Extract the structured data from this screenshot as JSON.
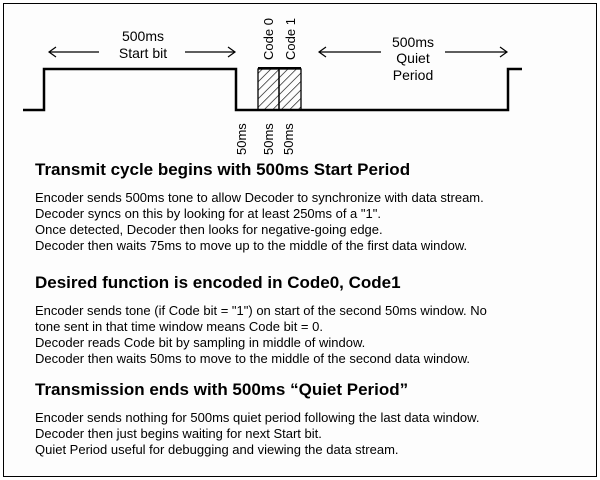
{
  "diagram": {
    "start_label": [
      "500ms",
      "Start bit"
    ],
    "quiet_label": [
      "500ms",
      "Quiet",
      "Period"
    ],
    "code_labels": [
      "Code 0",
      "Code 1"
    ],
    "timing_labels": [
      "50ms",
      "50ms",
      "50ms"
    ]
  },
  "sections": [
    {
      "heading": "Transmit cycle begins with 500ms Start Period",
      "lines": [
        "Encoder sends 500ms tone to allow Decoder to synchronize with data stream.",
        "Decoder syncs on this by looking for at least 250ms of a \"1\".",
        "Once detected, Decoder then looks for negative-going edge.",
        "Decoder then waits 75ms to move up to the middle of the first data window."
      ]
    },
    {
      "heading": "Desired function is encoded in Code0, Code1",
      "lines": [
        "Encoder sends tone (if Code bit = \"1\") on start of the second 50ms window.  No",
        "tone sent in that time window means Code bit = 0.",
        "Decoder reads Code bit by sampling in middle of window.",
        "Decoder then waits 50ms to move to the middle of the second data window."
      ]
    },
    {
      "heading": "Transmission ends with 500ms “Quiet Period”",
      "lines": [
        "Encoder sends nothing for 500ms quiet period following the last data window.",
        "Decoder then just begins waiting for next Start bit.",
        "Quiet Period useful for debugging and viewing the data stream."
      ]
    }
  ]
}
